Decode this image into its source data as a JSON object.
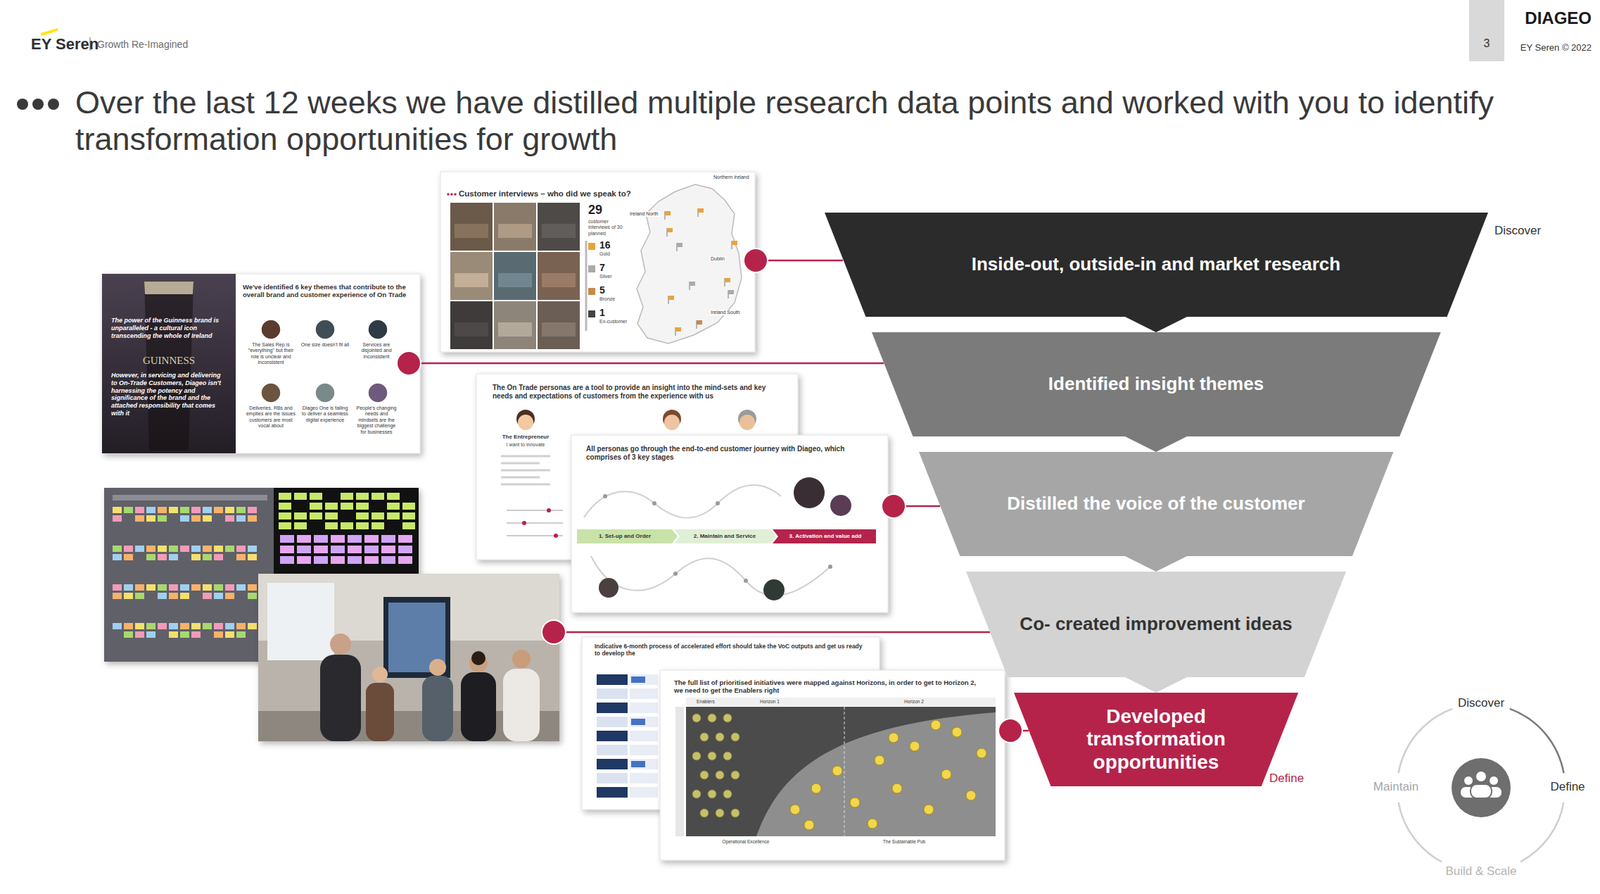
{
  "diagram": {
    "title": "Over the last 12 weeks we have distilled multiple research data points and worked with you to identify transformation opportunities for growth",
    "nodes": [
      {
        "text": [
          "Inside-out, outside-in and market research"
        ]
      },
      {
        "text": [
          "Identified insight themes"
        ]
      },
      {
        "text": [
          "Distilled the voice of the customer"
        ]
      },
      {
        "text": [
          "Co- created improvement ideas"
        ]
      },
      {
        "text": [
          "Developed transformation opportunities"
        ]
      }
    ],
    "edges": [
      {
        "from": 0,
        "to": 1,
        "arrow": "to"
      },
      {
        "from": 1,
        "to": 2,
        "arrow": "to"
      },
      {
        "from": 2,
        "to": 3,
        "arrow": "to"
      },
      {
        "from": 3,
        "to": 4,
        "arrow": "to"
      }
    ],
    "labels": [
      "EY Seren",
      "Growth Re-Imagined",
      "3",
      "DIAGEO",
      "EY Seren © 2022",
      "Discover",
      "Define",
      "Discover",
      "Define",
      "Build & Scale",
      "Maintain",
      "Customer interviews – who did we speak to?",
      "29",
      "customer interviews of 30 planned",
      "16",
      "Gold",
      "7",
      "Silver",
      "5",
      "Bronze",
      "1",
      "Ex-customer",
      "Northern Ireland",
      "Ireland North",
      "Dublin",
      "Ireland South",
      "We've identified 6 key themes that contribute to the overall brand and customer experience of On Trade",
      "The power of the Guinness brand is unparalleled - a cultural icon transcending the whole of Ireland",
      "GUINNESS",
      "However, in servicing and delivering to On-Trade Customers, Diageo isn't harnessing the potency and significance of the brand and the attached responsibility that comes with it",
      "The Sales Rep is \"everything\" but their role is unclear and inconsistent",
      "One size doesn't fit all",
      "Services are disjointed and inconsistent",
      "Deliveries, RBs and empties are the issues customers are most vocal about",
      "Diageo One is failing to deliver a seamless digital experience",
      "People's changing needs and mindsets are the biggest challenge for businesses",
      "The On Trade personas are a tool to provide an insight into the mind-sets and key needs and expectations of customers from the experience with us",
      "The Entrepreneur",
      "I want to innovate",
      "All personas go through the end-to-end customer journey with Diageo, which comprises of 3 key stages",
      "1. Set-up and Order",
      "2. Maintain and Service",
      "3. Activation and value add",
      "Indicative 6-month process of accelerated effort should take the VoC outputs and get us ready to develop the",
      "The full list of prioritised initiatives were mapped against Horizons, in order to get to Horizon 2, we need to get the Enablers right",
      "Enablers",
      "Horizon 1",
      "Horizon 2",
      "Operational Excellence",
      "The Sustainable Pub"
    ]
  }
}
